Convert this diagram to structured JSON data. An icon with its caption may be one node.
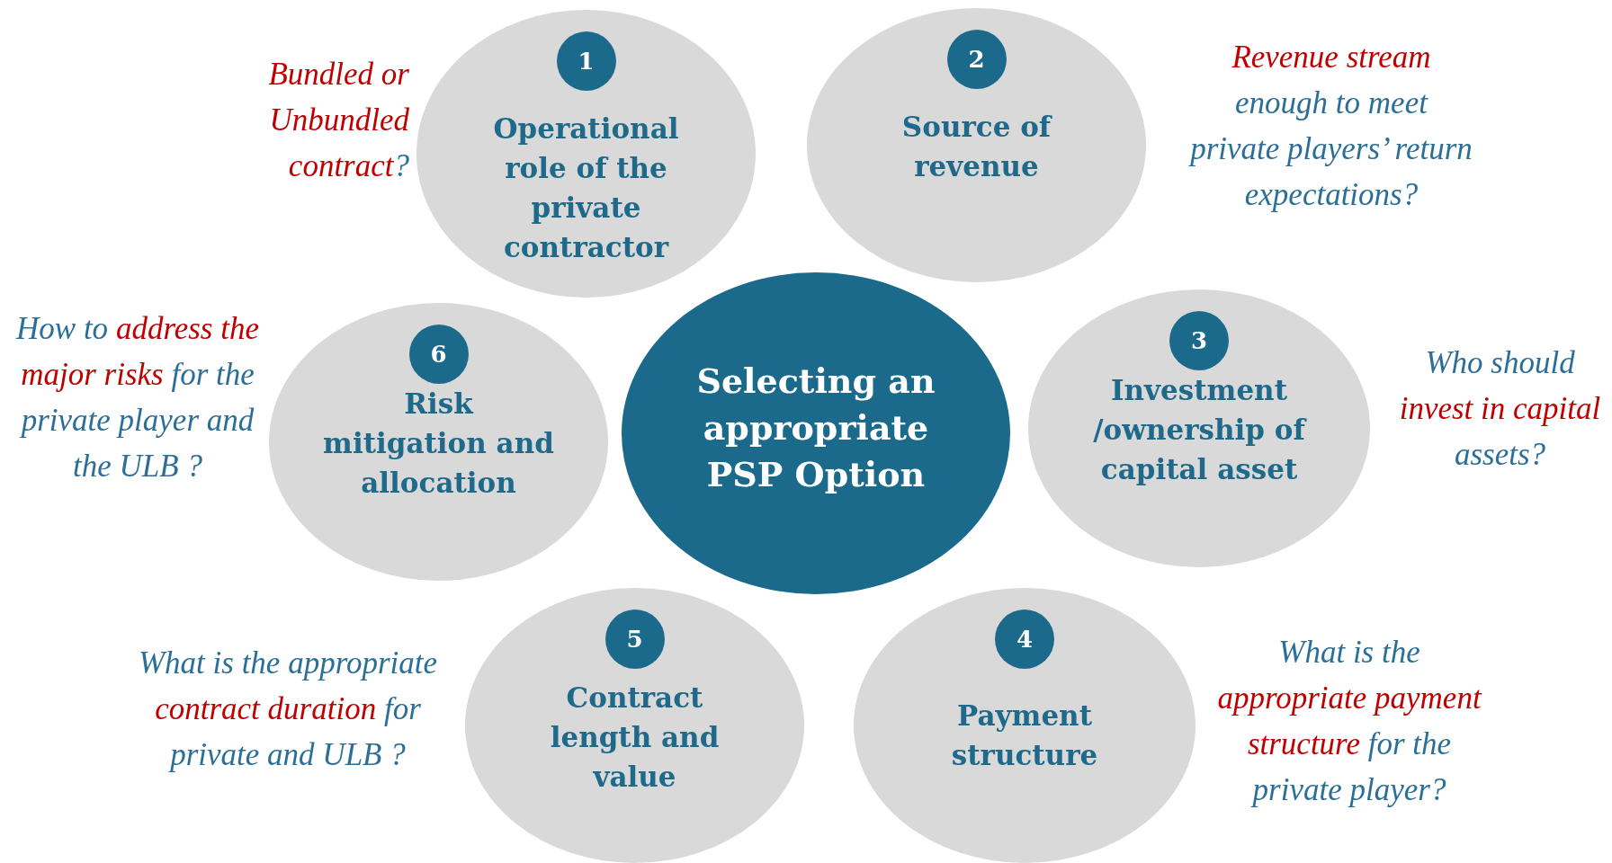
{
  "diagram": {
    "nodes": [
      {
        "text": [
          "Operational role of the private contractor"
        ],
        "beside": [
          "**Bundled or Unbundled contract**?"
        ]
      },
      {
        "text": [
          "1"
        ],
        "in": 0
      },
      {
        "text": [
          "Source of revenue"
        ],
        "beside": [
          "**Revenue stream** enough to meet private players’ return expectations?"
        ]
      },
      {
        "text": [
          "2"
        ],
        "in": 2
      },
      {
        "text": [
          "Risk mitigation and allocation"
        ],
        "beside": [
          "How to **address the major risks** for the private player and the ULB ?"
        ]
      },
      {
        "text": [
          "6"
        ],
        "in": 4
      },
      {
        "text": [
          "Selecting an appropriate PSP Option"
        ]
      },
      {
        "text": [
          "Investment /ownership of capital asset"
        ],
        "beside": [
          "Who should **invest in capital** assets?"
        ]
      },
      {
        "text": [
          "3"
        ],
        "in": 7
      },
      {
        "text": [
          "Contract length and value"
        ],
        "beside": [
          "What is the appropriate **contract duration** for private and ULB ?"
        ]
      },
      {
        "text": [
          "5"
        ],
        "in": 9
      },
      {
        "text": [
          "Payment structure"
        ],
        "beside": [
          "What is the **appropriate payment structure** for the private player?"
        ]
      },
      {
        "text": [
          "4"
        ],
        "in": 11
      }
    ],
    "edges": []
  }
}
